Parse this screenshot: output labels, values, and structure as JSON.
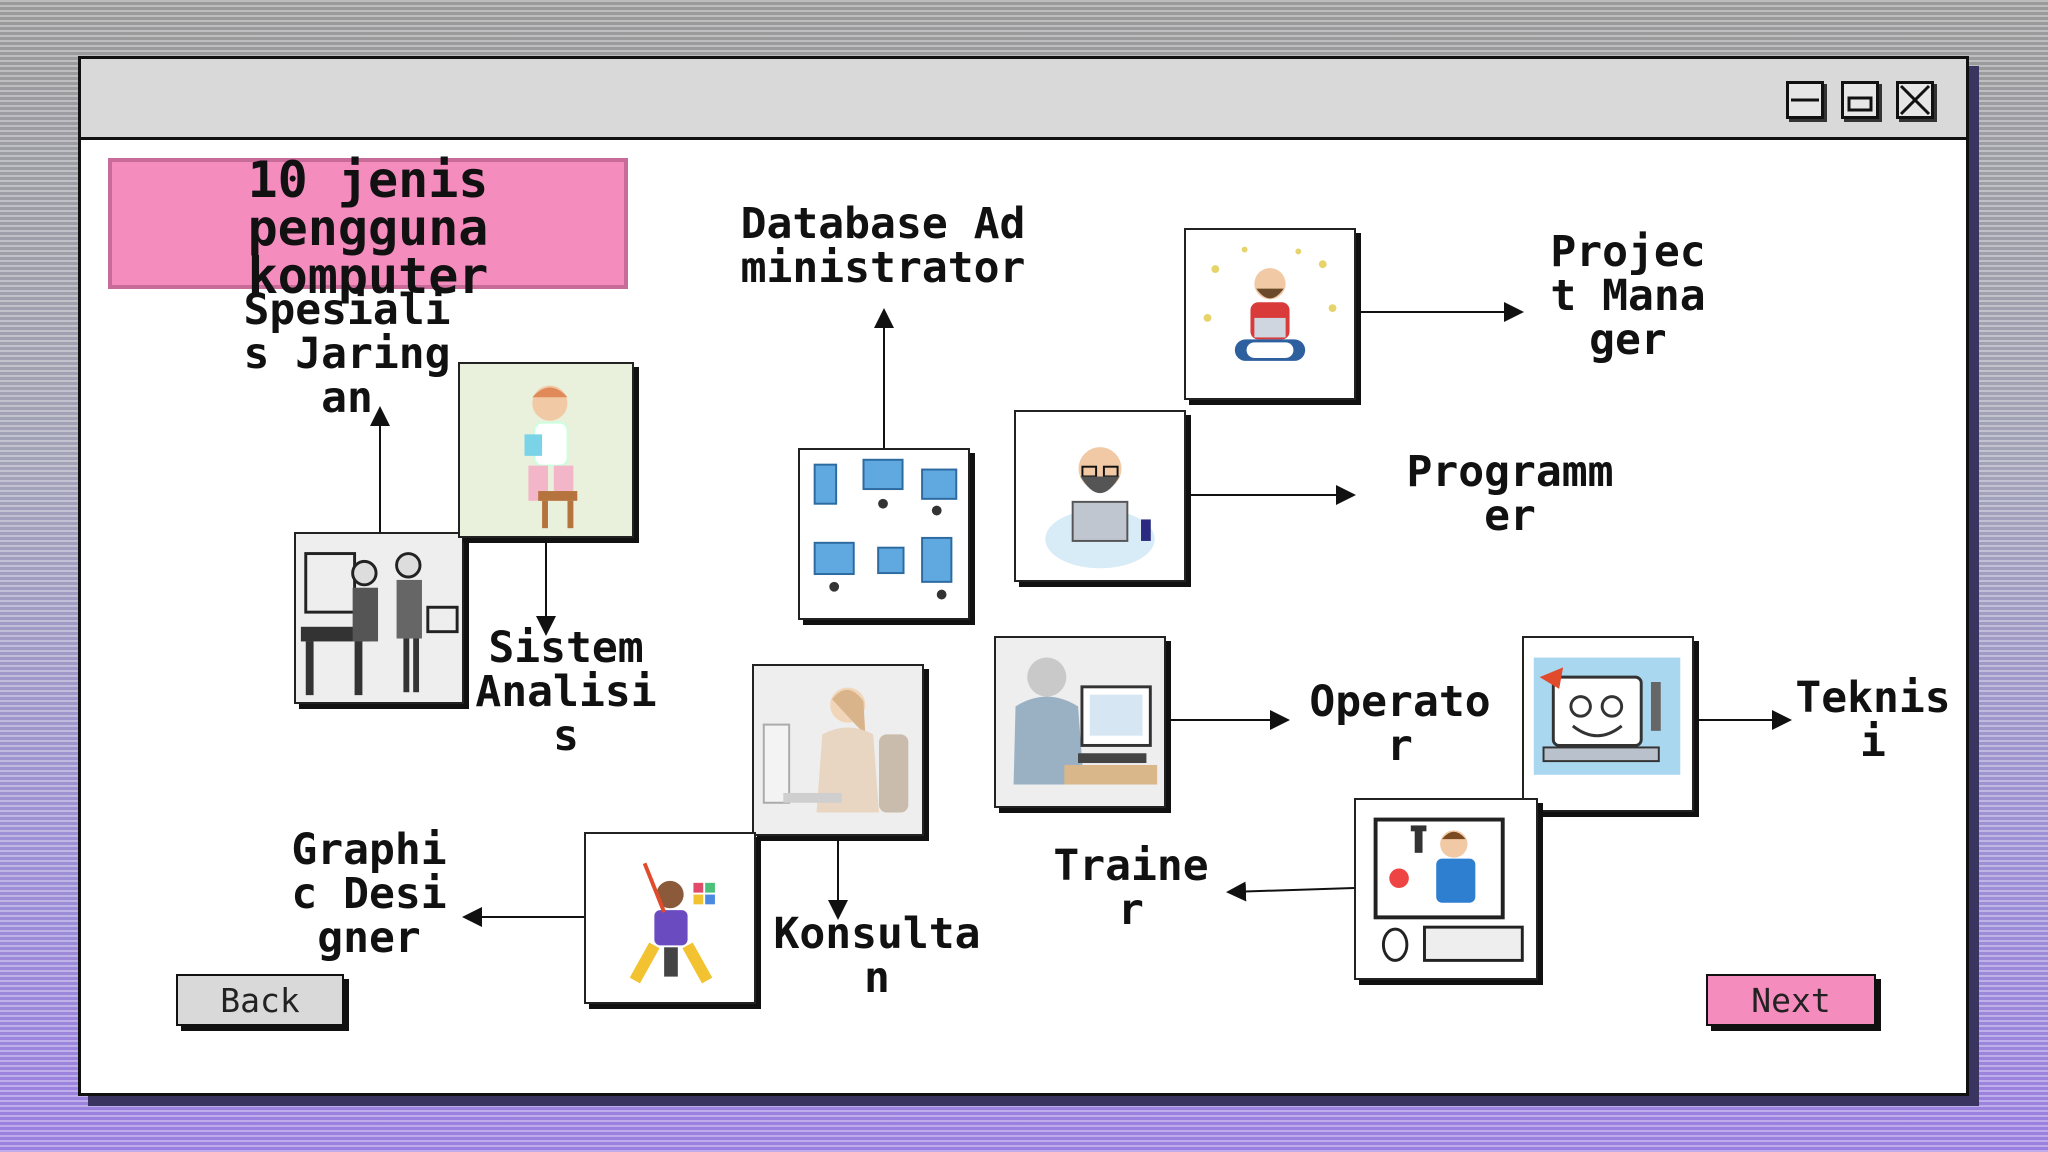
{
  "title": "10 jenis pengguna komputer",
  "labels": {
    "spesialis_jaringan": "Spesialis Jaringan",
    "sistem_analisis": "Sistem Analisis",
    "database_administrator": "Database Administrator",
    "project_manager": "Project Manager",
    "programmer": "Programmer",
    "operator": "Operator",
    "teknisi": "Teknisi",
    "trainer": "Trainer",
    "konsultan": "Konsultan",
    "graphic_designer": "Graphic Designer"
  },
  "buttons": {
    "back": "Back",
    "next": "Next"
  },
  "colors": {
    "accent_pink": "#f48cbe",
    "button_gray": "#d9d9d9",
    "titlebar_gray": "#d9d9d9"
  },
  "icons": {
    "minimize": "minimize-icon",
    "maximize": "maximize-icon",
    "close": "close-icon"
  }
}
